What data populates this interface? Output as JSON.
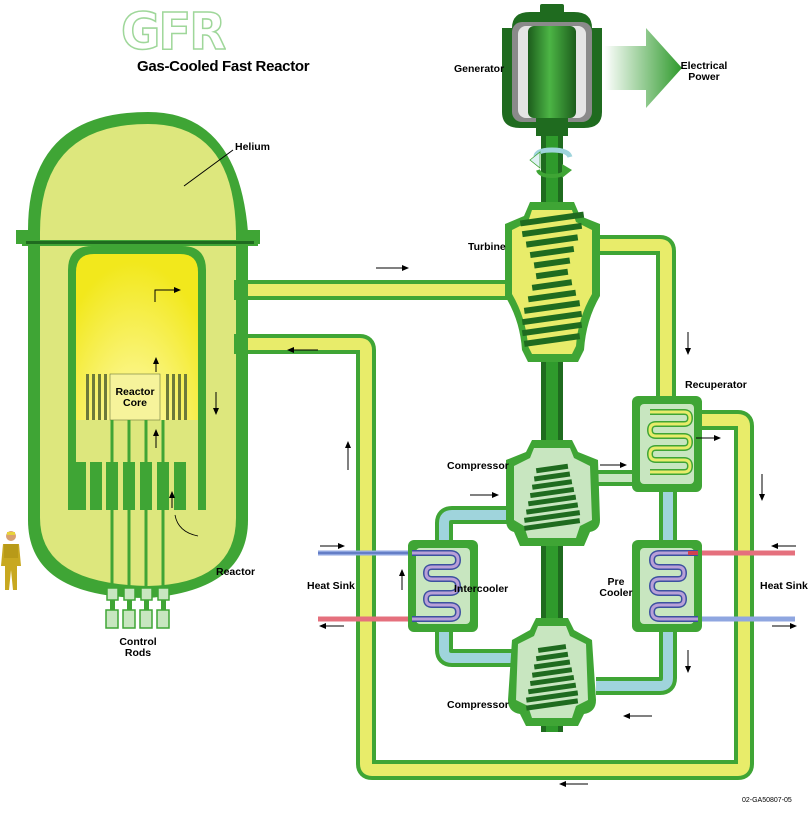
{
  "logo_text": "GFR",
  "title": "Gas-Cooled Fast Reactor",
  "labels": {
    "generator": "Generator",
    "electrical_power_line1": "Electrical",
    "electrical_power_line2": "Power",
    "helium": "Helium",
    "turbine": "Turbine",
    "recuperator": "Recuperator",
    "reactor_core_line1": "Reactor",
    "reactor_core_line2": "Core",
    "compressor_upper": "Compressor",
    "compressor_lower": "Compressor",
    "heat_sink_left": "Heat Sink",
    "heat_sink_right": "Heat Sink",
    "intercooler": "Intercooler",
    "precooler_line1": "Pre",
    "precooler_line2": "Cooler",
    "reactor": "Reactor",
    "control_rods_line1": "Control",
    "control_rods_line2": "Rods"
  },
  "figure_code": "02-GA50807-05",
  "colors": {
    "vessel_green": "#3fa535",
    "dark_green": "#1f6b1f",
    "helium_fill": "#dde77d",
    "core_yellow": "#f4ef2a",
    "pipe_yellow": "#e8ec6a",
    "pipe_blue": "#9fd4dc",
    "component_fill": "#c8e6c0",
    "shaft_green": "#2f7a2a",
    "red_water": "#d24150",
    "blue_water": "#6a82c8"
  },
  "icons": {
    "figure": "worker-figure-icon",
    "rotation": "rotation-arrow-icon"
  }
}
